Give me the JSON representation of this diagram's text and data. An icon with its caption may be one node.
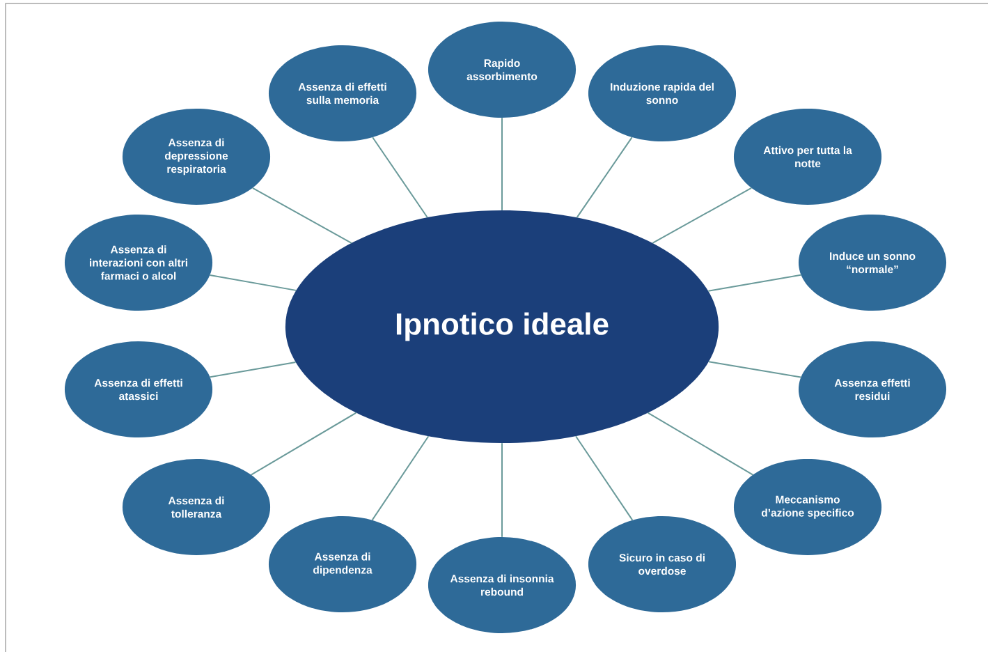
{
  "diagram": {
    "nodes": [
      {
        "text": [
          "Ipnotico ideale"
        ]
      },
      {
        "text": [
          "Rapido assorbimento"
        ]
      },
      {
        "text": [
          "Induzione rapida del sonno"
        ]
      },
      {
        "text": [
          "Attivo per tutta la notte"
        ]
      },
      {
        "text": [
          "Induce un sonno “normale”"
        ]
      },
      {
        "text": [
          "Assenza effetti residui"
        ]
      },
      {
        "text": [
          "Meccanismo d’azione specifico"
        ]
      },
      {
        "text": [
          "Sicuro in caso di overdose"
        ]
      },
      {
        "text": [
          "Assenza di insonnia rebound"
        ]
      },
      {
        "text": [
          "Assenza di dipendenza"
        ]
      },
      {
        "text": [
          "Assenza di tolleranza"
        ]
      },
      {
        "text": [
          "Assenza di effetti atassici"
        ]
      },
      {
        "text": [
          "Assenza di interazioni con altri farmaci o alcol"
        ]
      },
      {
        "text": [
          "Assenza di depressione respiratoria"
        ]
      },
      {
        "text": [
          "Assenza di effetti sulla memoria"
        ]
      }
    ],
    "edges": [
      {
        "from": 0,
        "to": 1,
        "arrow": "none"
      },
      {
        "from": 0,
        "to": 2,
        "arrow": "none"
      },
      {
        "from": 0,
        "to": 3,
        "arrow": "none"
      },
      {
        "from": 0,
        "to": 4,
        "arrow": "none"
      },
      {
        "from": 0,
        "to": 5,
        "arrow": "none"
      },
      {
        "from": 0,
        "to": 6,
        "arrow": "none"
      },
      {
        "from": 0,
        "to": 7,
        "arrow": "none"
      },
      {
        "from": 0,
        "to": 8,
        "arrow": "none"
      },
      {
        "from": 0,
        "to": 9,
        "arrow": "none"
      },
      {
        "from": 0,
        "to": 10,
        "arrow": "none"
      },
      {
        "from": 0,
        "to": 11,
        "arrow": "none"
      },
      {
        "from": 0,
        "to": 12,
        "arrow": "none"
      },
      {
        "from": 0,
        "to": 13,
        "arrow": "none"
      },
      {
        "from": 0,
        "to": 14,
        "arrow": "none"
      }
    ]
  }
}
